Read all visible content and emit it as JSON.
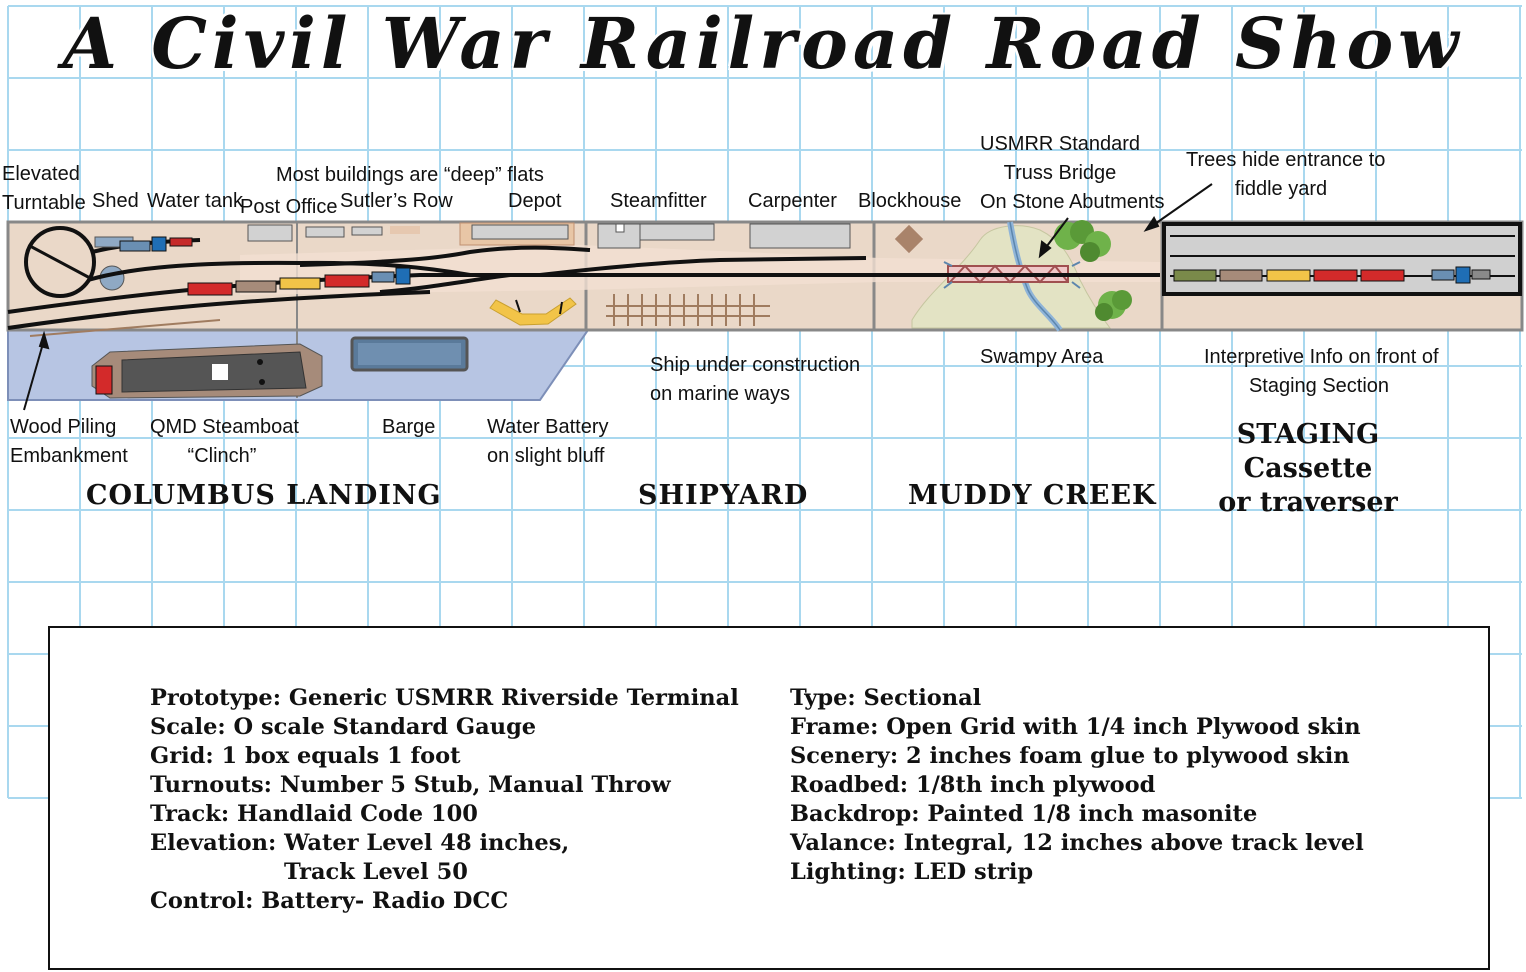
{
  "title": "A Civil War Railroad Road Show",
  "labels": {
    "elevated_turntable_1": "Elevated",
    "elevated_turntable_2": "Turntable",
    "shed": "Shed",
    "water_tank": "Water tank",
    "post_office": "Post Office",
    "deep_flats": "Most buildings are “deep” flats",
    "sutlers_row": "Sutler’s Row",
    "depot": "Depot",
    "steamfitter": "Steamfitter",
    "carpenter": "Carpenter",
    "blockhouse": "Blockhouse",
    "bridge_1": "USMRR Standard",
    "bridge_2": "Truss Bridge",
    "bridge_3": "On Stone Abutments",
    "trees_1": "Trees hide entrance to",
    "trees_2": "fiddle yard",
    "ship_1": "Ship under construction",
    "ship_2": "on marine ways",
    "swampy": "Swampy Area",
    "interp_1": "Interpretive Info on front of",
    "interp_2": "Staging Section",
    "piling_1": "Wood Piling",
    "piling_2": "Embankment",
    "steamboat_1": "QMD Steamboat",
    "steamboat_2": "“Clinch”",
    "barge": "Barge",
    "battery_1": "Water Battery",
    "battery_2": "on slight bluff"
  },
  "sections": {
    "columbus": "COLUMBUS LANDING",
    "shipyard": "SHIPYARD",
    "muddy": "MUDDY CREEK",
    "staging_1": "STAGING",
    "staging_2": "Cassette",
    "staging_3": "or traverser"
  },
  "specs_left": [
    "Prototype: Generic  USMRR Riverside Terminal",
    "Scale: O scale Standard Gauge",
    "Grid: 1 box equals 1 foot",
    "Turnouts: Number 5 Stub, Manual Throw",
    "Track: Handlaid Code 100",
    "Elevation: Water Level 48 inches,",
    "Track Level 50",
    "Control: Battery- Radio DCC"
  ],
  "specs_right": [
    "Type: Sectional",
    "Frame: Open Grid with 1/4 inch Plywood skin",
    "Scenery: 2 inches foam glue to plywood skin",
    "Roadbed: 1/8th inch plywood",
    "Backdrop: Painted 1/8 inch masonite",
    "Valance: Integral, 12 inches above track level",
    "Lighting: LED strip"
  ],
  "colors": {
    "grid": "#a9d8ef",
    "benchwork": "#ead8c8",
    "water": "#b7c5e3",
    "track": "#111111",
    "swamp": "#e3e3c4",
    "staging": "#d0d0d0"
  }
}
